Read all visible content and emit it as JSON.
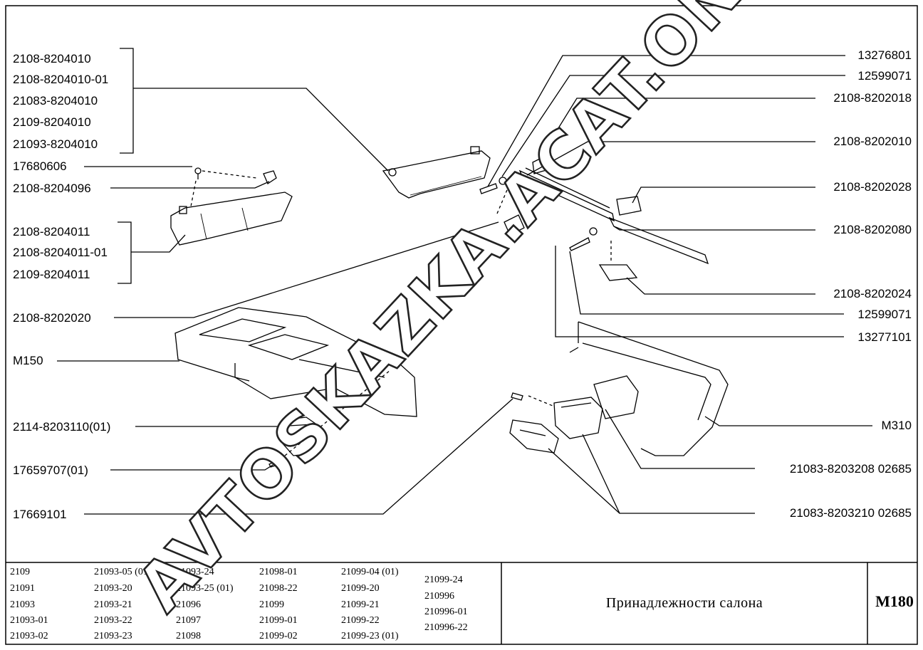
{
  "labels_left": [
    "2108-8204010",
    "2108-8204010-01",
    "21083-8204010",
    "2109-8204010",
    "21093-8204010",
    "17680606",
    "2108-8204096",
    "2108-8204011",
    "2108-8204011-01",
    "2109-8204011",
    "2108-8202020",
    "M150",
    "2114-8203110(01)",
    "17659707(01)",
    "17669101"
  ],
  "labels_right": [
    "13276801",
    "12599071",
    "2108-8202018",
    "2108-8202010",
    "2108-8202028",
    "2108-8202080",
    "2108-8202024",
    "12599071",
    "13277101",
    "M310",
    "21083-8203208  02685",
    "21083-8203210  02685"
  ],
  "models": [
    [
      "2109",
      "21091",
      "21093",
      "21093-01",
      "21093-02"
    ],
    [
      "21093-05 (01)",
      "21093-20",
      "21093-21",
      "21093-22",
      "21093-23"
    ],
    [
      "21093-24",
      "21093-25 (01)",
      "21096",
      "21097",
      "21098"
    ],
    [
      "21098-01",
      "21098-22",
      "21099",
      "21099-01",
      "21099-02"
    ],
    [
      "21099-04 (01)",
      "21099-20",
      "21099-21",
      "21099-22",
      "21099-23 (01)"
    ],
    [
      "21099-24",
      "210996",
      "210996-01",
      "210996-22"
    ]
  ],
  "title": "Принадлежности салона",
  "sheet_code": "M180",
  "watermark": "AVTOSKAZKA.ACAT.ONLINE"
}
